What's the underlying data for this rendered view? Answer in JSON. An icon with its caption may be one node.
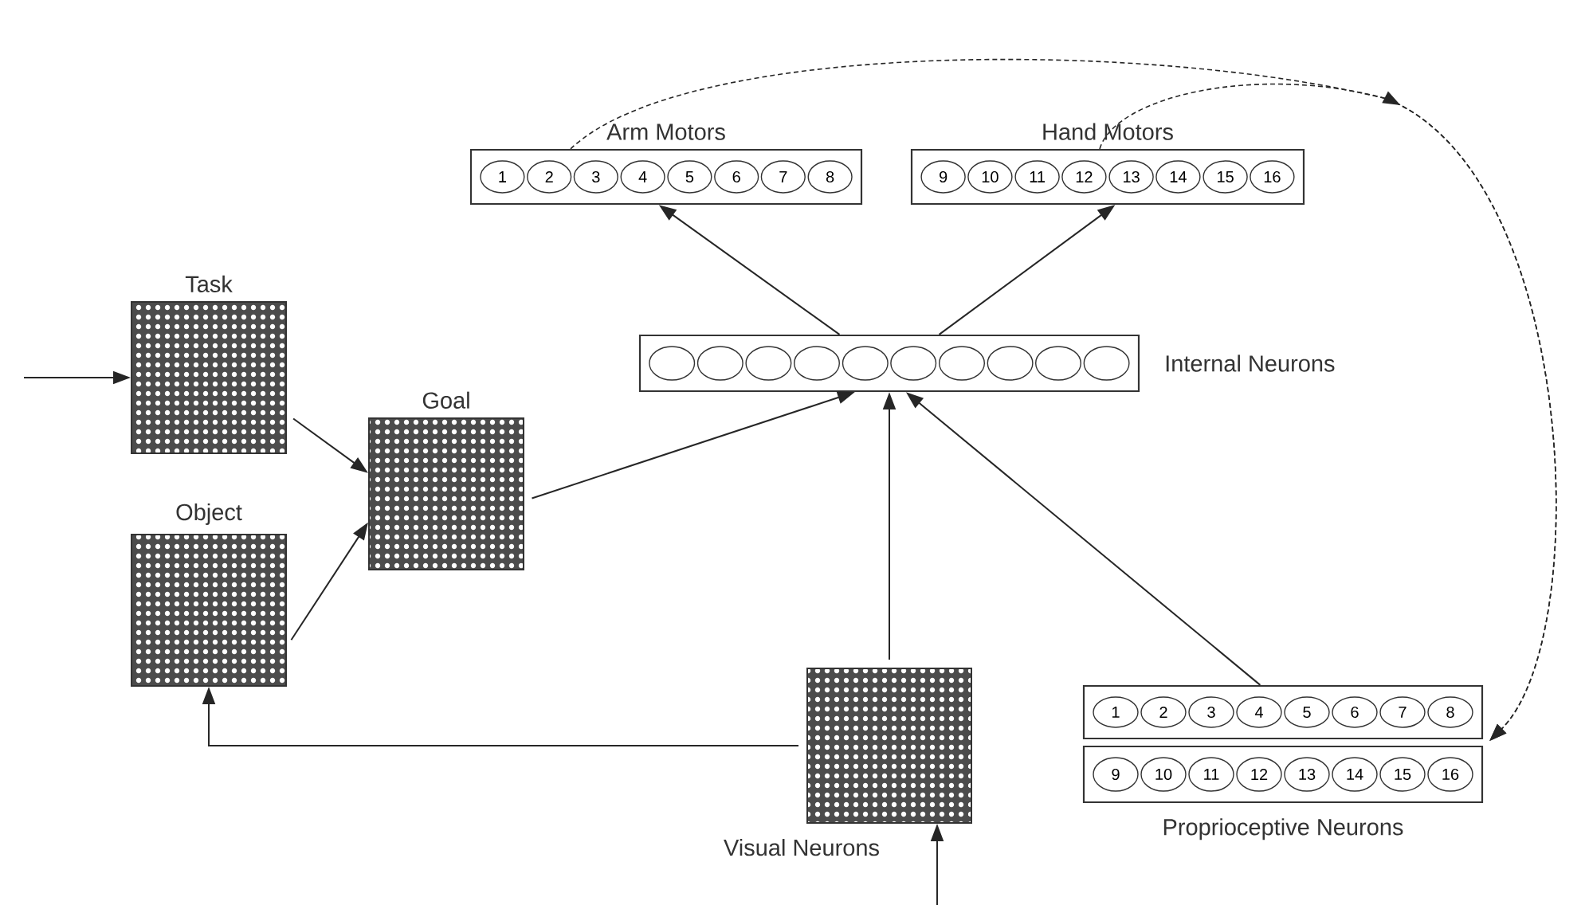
{
  "diagram": {
    "nodes": [
      {
        "text": [
          "Task"
        ]
      },
      {
        "text": [
          "Object"
        ]
      },
      {
        "text": [
          "Goal"
        ]
      },
      {
        "text": [
          "Internal Neurons"
        ]
      },
      {
        "text": [],
        "shape": "circle",
        "in": 3
      },
      {
        "text": [],
        "shape": "circle",
        "in": 3
      },
      {
        "text": [],
        "shape": "circle",
        "in": 3
      },
      {
        "text": [],
        "shape": "circle",
        "in": 3
      },
      {
        "text": [],
        "shape": "circle",
        "in": 3
      },
      {
        "text": [],
        "shape": "circle",
        "in": 3
      },
      {
        "text": [],
        "shape": "circle",
        "in": 3
      },
      {
        "text": [],
        "shape": "circle",
        "in": 3
      },
      {
        "text": [],
        "shape": "circle",
        "in": 3
      },
      {
        "text": [],
        "shape": "circle",
        "in": 3
      },
      {
        "text": [
          "Arm Motors"
        ]
      },
      {
        "text": [
          "1"
        ],
        "in": 14
      },
      {
        "text": [
          "2"
        ],
        "in": 14
      },
      {
        "text": [
          "3"
        ],
        "in": 14
      },
      {
        "text": [
          "4"
        ],
        "in": 14
      },
      {
        "text": [
          "5"
        ],
        "in": 14
      },
      {
        "text": [
          "6"
        ],
        "in": 14
      },
      {
        "text": [
          "7"
        ],
        "in": 14
      },
      {
        "text": [
          "8"
        ],
        "in": 14
      },
      {
        "text": [
          "Hand Motors"
        ]
      },
      {
        "text": [
          "9"
        ],
        "in": 23
      },
      {
        "text": [
          "10"
        ],
        "in": 23
      },
      {
        "text": [
          "11"
        ],
        "in": 23
      },
      {
        "text": [
          "12"
        ],
        "in": 23
      },
      {
        "text": [
          "13"
        ],
        "in": 23
      },
      {
        "text": [
          "14"
        ],
        "in": 23
      },
      {
        "text": [
          "15"
        ],
        "in": 23
      },
      {
        "text": [
          "16"
        ],
        "in": 23
      },
      {
        "text": [],
        "shape": "bar"
      },
      {
        "text": [
          "1"
        ],
        "in": 32
      },
      {
        "text": [
          "2"
        ],
        "in": 32
      },
      {
        "text": [
          "3"
        ],
        "in": 32
      },
      {
        "text": [
          "4"
        ],
        "in": 32
      },
      {
        "text": [
          "5"
        ],
        "in": 32
      },
      {
        "text": [
          "6"
        ],
        "in": 32
      },
      {
        "text": [
          "7"
        ],
        "in": 32
      },
      {
        "text": [
          "8"
        ],
        "in": 32
      },
      {
        "text": [
          "Proprioceptive Neurons"
        ]
      },
      {
        "text": [
          "9"
        ],
        "in": 41
      },
      {
        "text": [
          "10"
        ],
        "in": 41
      },
      {
        "text": [
          "11"
        ],
        "in": 41
      },
      {
        "text": [
          "12"
        ],
        "in": 41
      },
      {
        "text": [
          "13"
        ],
        "in": 41
      },
      {
        "text": [
          "14"
        ],
        "in": 41
      },
      {
        "text": [
          "15"
        ],
        "in": 41
      },
      {
        "text": [
          "16"
        ],
        "in": 41
      },
      {
        "text": [
          "Visual Neurons"
        ]
      }
    ],
    "edges": [
      {
        "from": null,
        "to": 0,
        "arrow": "to"
      },
      {
        "from": 0,
        "to": 2,
        "arrow": "to"
      },
      {
        "from": 1,
        "to": 2,
        "arrow": "to"
      },
      {
        "from": 2,
        "to": 3,
        "arrow": "to"
      },
      {
        "from": 50,
        "to": 3,
        "arrow": "to"
      },
      {
        "from": 32,
        "to": 3,
        "arrow": "to"
      },
      {
        "from": 3,
        "to": 14,
        "arrow": "to"
      },
      {
        "from": 3,
        "to": 23,
        "arrow": "to"
      },
      {
        "from": 50,
        "to": 1,
        "arrow": "to"
      },
      {
        "from": null,
        "to": 50,
        "arrow": "to"
      },
      {
        "from": 14,
        "to": 32,
        "arrow": "to",
        "style": "dashed"
      },
      {
        "from": 23,
        "to": 32,
        "arrow": "to",
        "style": "dashed"
      }
    ]
  }
}
